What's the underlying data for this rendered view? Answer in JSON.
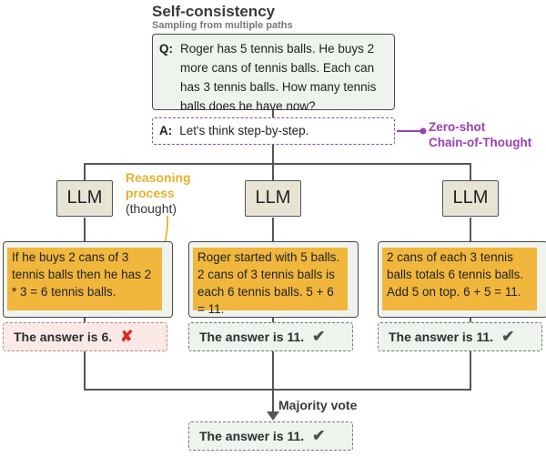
{
  "header": {
    "title": "Self-consistency",
    "subtitle": "Sampling from multiple paths"
  },
  "question": {
    "label": "Q:",
    "text": "Roger has 5 tennis balls. He buys 2 more cans of tennis balls. Each can has 3 tennis balls. How many tennis balls does he have now?"
  },
  "answer_prompt": {
    "label": "A:",
    "text": "Let's think step-by-step."
  },
  "annotations": {
    "zero_shot_line1": "Zero-shot",
    "zero_shot_line2": "Chain-of-Thought",
    "reasoning_line1": "Reasoning",
    "reasoning_line2": "process",
    "thought": "(thought)",
    "majority_vote": "Majority vote"
  },
  "paths": [
    {
      "llm": "LLM",
      "thought": "If he buys 2 cans of 3 tennis balls then he has 2 * 3 = 6 tennis balls.",
      "answer": "The answer is 6.",
      "correct": false,
      "mark_icon": "cross-icon"
    },
    {
      "llm": "LLM",
      "thought": "Roger started with 5 balls. 2 cans of 3 tennis balls is each 6 tennis balls. 5 + 6  = 11.",
      "answer": "The answer is 11.",
      "correct": true,
      "mark_icon": "check-icon"
    },
    {
      "llm": "LLM",
      "thought": "2 cans of each 3 tennis balls totals 6 tennis balls. Add 5 on top. 6 + 5 = 11.",
      "answer": "The answer is 11.",
      "correct": true,
      "mark_icon": "check-icon"
    }
  ],
  "final_answer": {
    "text": "The answer is 11.",
    "mark_icon": "check-icon"
  },
  "colors": {
    "accent_purple": "#9b3fb5",
    "reasoning_yellow": "#f0b73c",
    "wrong_red": "#e1261c",
    "box_fill": "#eef3ee",
    "llm_fill": "#e8e4d4"
  }
}
